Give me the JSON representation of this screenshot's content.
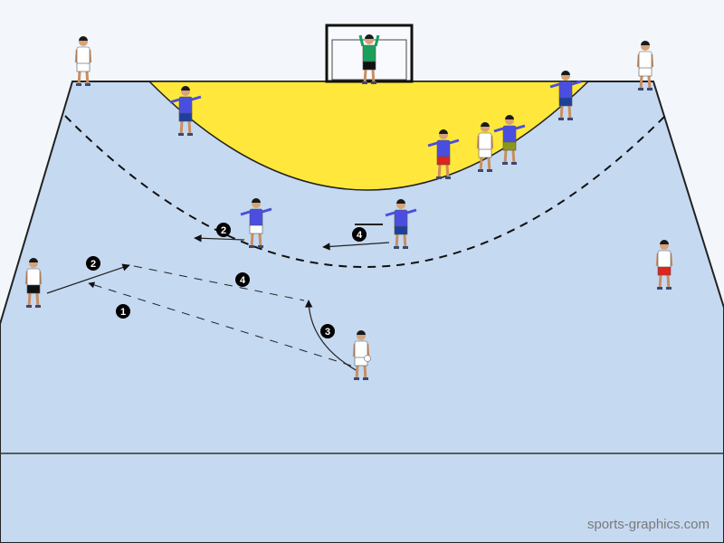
{
  "diagram": {
    "title": "Handball play diagram",
    "colors": {
      "background": "#f3f7fb",
      "court": "#c5d9f1",
      "goal_area": "#ffe83b",
      "attack_shirt": "#ffffff",
      "defense_shirt": "#4a4ee0",
      "goalkeeper_shirt": "#1aa05a"
    },
    "steps": [
      {
        "label": "1"
      },
      {
        "label": "2"
      },
      {
        "label": "2"
      },
      {
        "label": "3"
      },
      {
        "label": "4"
      },
      {
        "label": "4"
      }
    ],
    "watermark": "sports-graphics.com"
  }
}
